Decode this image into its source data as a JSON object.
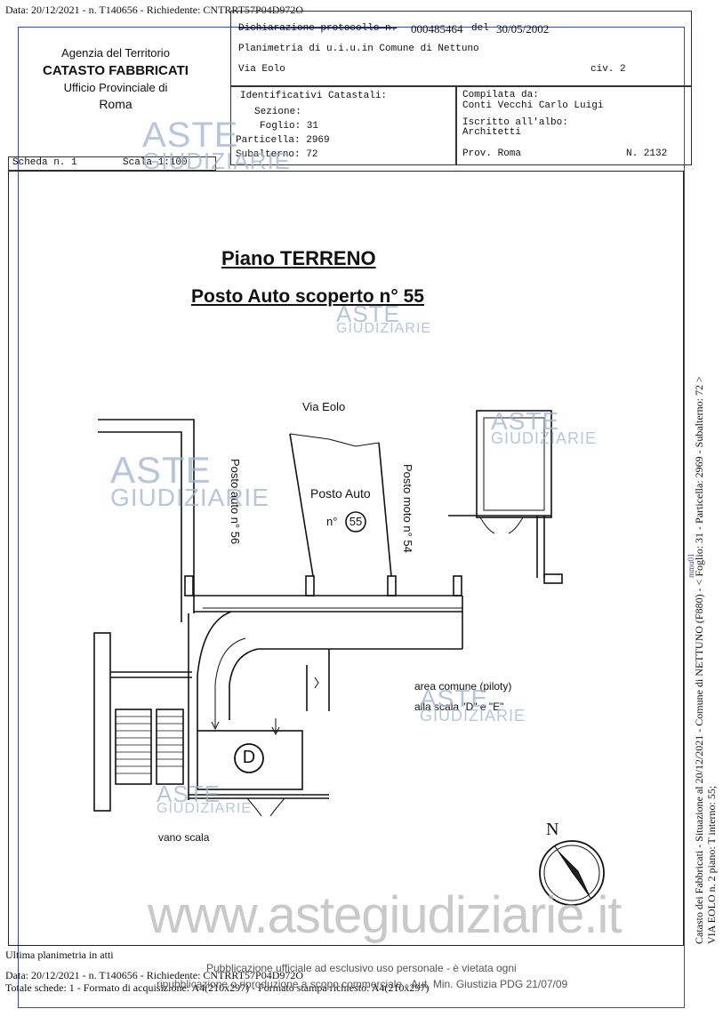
{
  "top_line": "Data: 20/12/2021 - n. T140656 - Richiedente: CNTRRT57P04D972O",
  "agency": {
    "line1": "Agenzia del Territorio",
    "line2": "CATASTO FABBRICATI",
    "line3": "Ufficio Provinciale di",
    "line4": "Roma"
  },
  "declaration": {
    "label": "Dichiarazione protocollo n.",
    "number": "000485464",
    "del_label": "del",
    "date": "30/05/2002",
    "planimetria": "Planimetria di u.i.u.in Comune di Nettuno",
    "via": "Via Eolo",
    "civ": "civ. 2"
  },
  "identificativi": {
    "title": "Identificativi Catastali:",
    "sezione": "Sezione:",
    "foglio": "Foglio: 31",
    "particella": "Particella: 2969",
    "subalterno": "Subalterno: 72"
  },
  "compilata": {
    "label": "Compilata da:",
    "name": "Conti Vecchi Carlo Luigi",
    "iscritto": "Iscritto all'albo:",
    "albo": "Architetti",
    "prov": "Prov. Roma",
    "n": "N.  2132"
  },
  "scheda": {
    "scheda": "Scheda n. 1",
    "scala": "Scala 1:100"
  },
  "plan": {
    "title": "Piano TERRENO",
    "subtitle": "Posto Auto scoperto n° 55",
    "via_eolo": "Via Eolo",
    "posto_auto": "Posto Auto",
    "n55_prefix": "n°",
    "n55": "55",
    "posto_auto_56": "Posto auto n° 56",
    "posto_moto_54": "Posto moto n° 54",
    "area_comune_1": "area comune (piloty)",
    "area_comune_2": "alla scala \"D\" e \"E\"",
    "scala_d": "D",
    "vano_scala": "vano scala",
    "north": "N"
  },
  "side_text_1": "Catasto dei Fabbricati - Situazione al 20/12/2021 - Comune di NETTUNO (F880) - < Foglio: 31 - Particella: 2969 - Subalterno: 72 >",
  "side_text_2": "VIA EOLO n. 2 piano: T interno: 55;",
  "side_small": "mmu01",
  "watermark": {
    "aste": "ASTE",
    "giudiziarie": "GIUDIZIARIE",
    "site": "www.astegiudiziarie.it"
  },
  "footer": {
    "ultima": "Ultima planimetria in atti",
    "data": "Data: 20/12/2021 - n. T140656 - Richiedente: CNTRRT57P04D972O",
    "totale": "Totale schede: 1 - Formato di acquisizione: A4(210x297) - Formato stampa richiesto: A4(210x297)",
    "pub1": "Pubblicazione ufficiale ad esclusivo uso personale - è vietata ogni",
    "pub2": "ripubblicazione o riproduzione a scopo commerciale - Aut. Min. Giustizia PDG 21/07/09"
  }
}
